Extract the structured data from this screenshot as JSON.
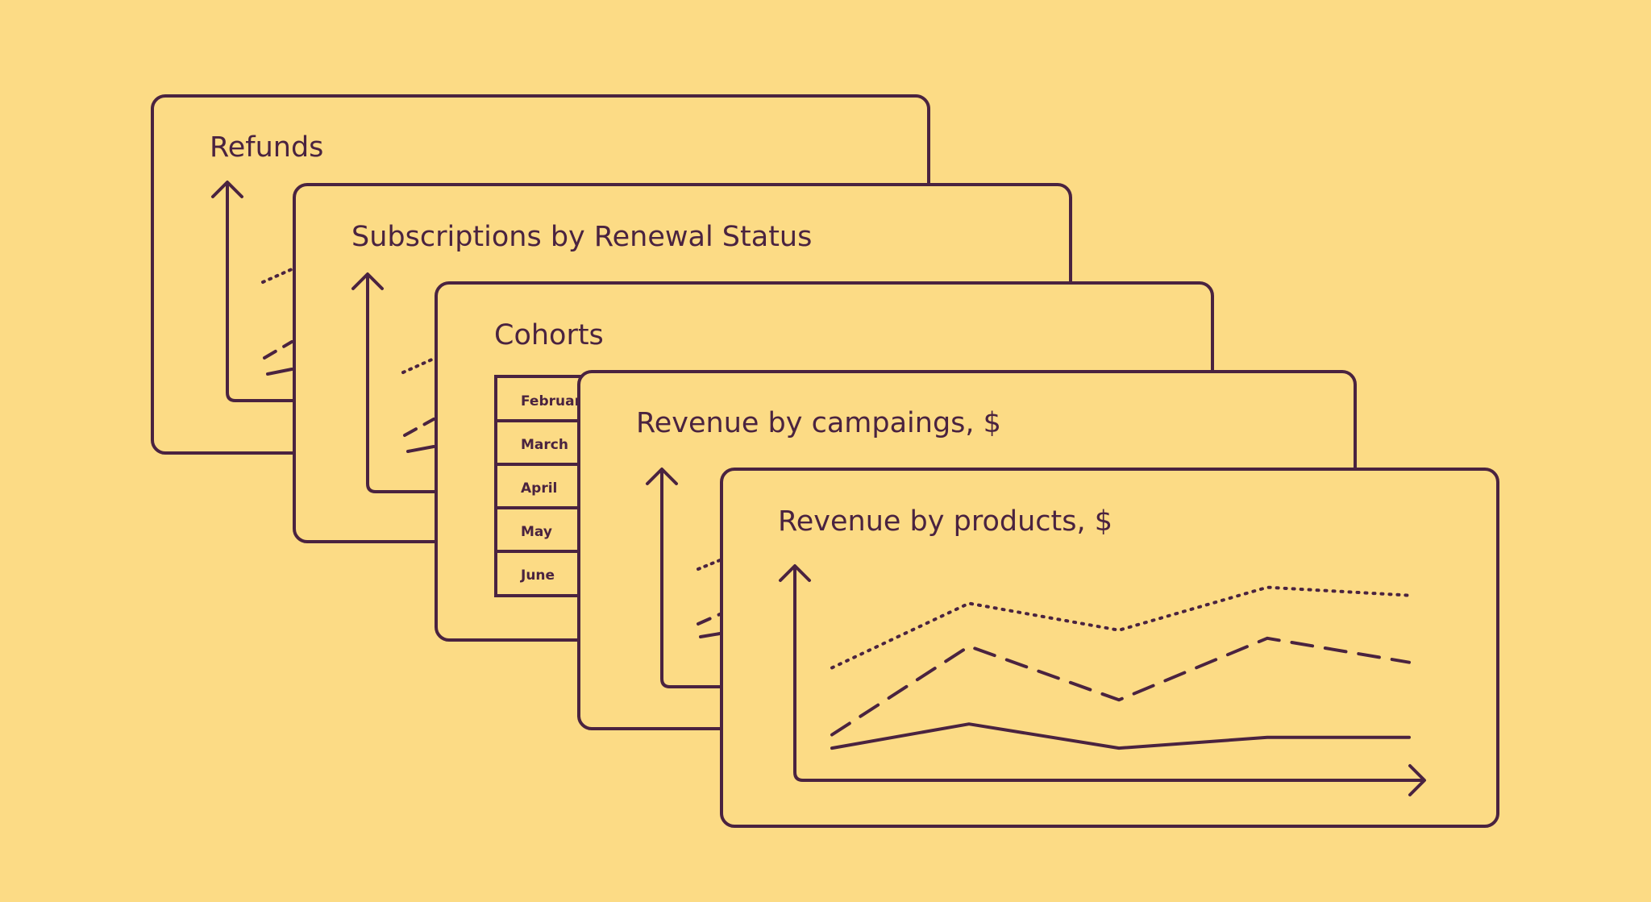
{
  "colors": {
    "background": "#FCDB85",
    "stroke": "#4A2340"
  },
  "cards": {
    "refunds": {
      "title": "Refunds"
    },
    "subscriptions": {
      "title": "Subscriptions by Renewal Status"
    },
    "cohorts": {
      "title": "Cohorts",
      "rows": [
        "Februar",
        "March",
        "April",
        "May",
        "June"
      ]
    },
    "campaigns": {
      "title": "Revenue by campaings, $"
    },
    "products": {
      "title": "Revenue by products, $"
    }
  },
  "chart_data": {
    "type": "line",
    "title": "Revenue by products, $",
    "xlabel": "",
    "ylabel": "",
    "grid": false,
    "x": [
      1,
      2,
      3,
      4,
      5
    ],
    "series": [
      {
        "style": "dotted",
        "values": [
          2.1,
          3.3,
          2.8,
          3.6,
          3.45
        ]
      },
      {
        "style": "dashed",
        "values": [
          0.85,
          2.5,
          1.5,
          2.65,
          2.2
        ]
      },
      {
        "style": "solid",
        "values": [
          0.6,
          1.05,
          0.6,
          0.8,
          0.8
        ]
      }
    ]
  }
}
